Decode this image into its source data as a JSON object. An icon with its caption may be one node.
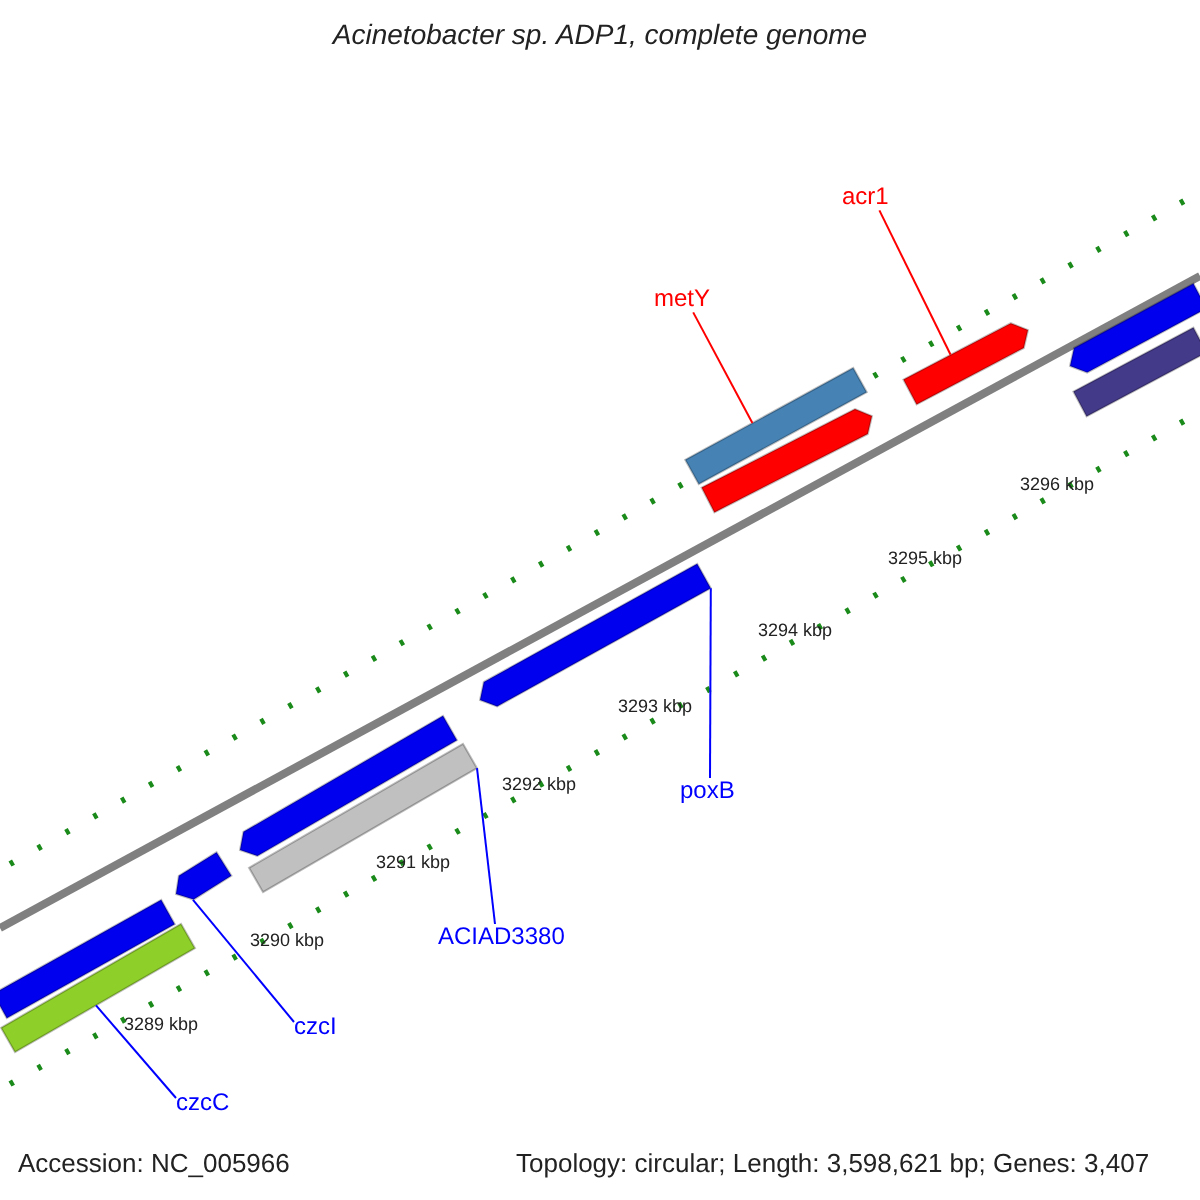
{
  "diagram": {
    "title": "Acinetobacter sp. ADP1, complete genome",
    "nodes": [
      {
        "text": [
          "acr1"
        ]
      },
      {
        "text": [
          "metY"
        ]
      },
      {
        "text": [
          "poxB"
        ]
      },
      {
        "text": [
          "ACIAD3380"
        ]
      },
      {
        "text": [
          "czcI"
        ]
      },
      {
        "text": [
          "czcC"
        ]
      },
      {
        "text": [],
        "shape": "bar"
      },
      {
        "text": [],
        "shape": "bar"
      },
      {
        "text": [],
        "shape": "bar"
      },
      {
        "text": [],
        "shape": "bar"
      },
      {
        "text": [],
        "shape": "bar"
      },
      {
        "text": [],
        "shape": "bar"
      },
      {
        "text": [],
        "shape": "bar"
      },
      {
        "text": [],
        "shape": "bar"
      },
      {
        "text": [],
        "shape": "bar"
      },
      {
        "text": [],
        "shape": "bar"
      },
      {
        "text": [],
        "shape": "bar"
      }
    ],
    "edges": [
      {
        "from": 0,
        "to": 14,
        "arrow": "none",
        "color": "#ff0000"
      },
      {
        "from": 1,
        "to": 12,
        "arrow": "none",
        "color": "#ff0000"
      },
      {
        "from": 2,
        "to": 11,
        "arrow": "none"
      },
      {
        "from": 3,
        "to": 10,
        "arrow": "none"
      },
      {
        "from": 4,
        "to": 8,
        "arrow": "none"
      },
      {
        "from": 5,
        "to": 7,
        "arrow": "none"
      }
    ],
    "labels": [
      "3296 kbp",
      "3295 kbp",
      "3294 kbp",
      "3293 kbp",
      "3292 kbp",
      "3291 kbp",
      "3290 kbp",
      "3289 kbp",
      "Accession: NC_005966",
      "Topology: circular; Length: 3,598,621 bp; Genes: 3,407"
    ]
  }
}
